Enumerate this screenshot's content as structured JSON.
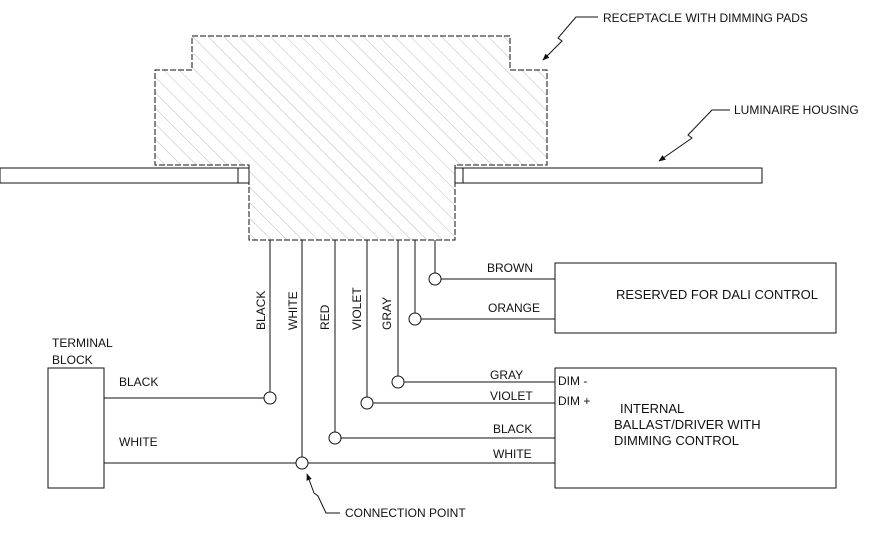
{
  "annotations": {
    "receptacle": "RECEPTACLE WITH DIMMING PADS",
    "housing": "LUMINAIRE HOUSING",
    "connection_point": "CONNECTION POINT"
  },
  "wire_labels_vertical": {
    "black": "BLACK",
    "white": "WHITE",
    "red": "RED",
    "violet": "VIOLET",
    "gray": "GRAY"
  },
  "wire_labels_horizontal": {
    "brown": "BROWN",
    "orange": "ORANGE",
    "gray": "GRAY",
    "violet": "VIOLET",
    "black": "BLACK",
    "white": "WHITE"
  },
  "terminal_block": {
    "title_line1": "TERMINAL",
    "title_line2": "BLOCK",
    "black": "BLACK",
    "white": "WHITE"
  },
  "dali_box": {
    "label": "RESERVED FOR DALI CONTROL"
  },
  "ballast_box": {
    "dim_minus": "DIM -",
    "dim_plus": "DIM +",
    "line1": "INTERNAL",
    "line2": "BALLAST/DRIVER WITH",
    "line3": "DIMMING CONTROL"
  }
}
